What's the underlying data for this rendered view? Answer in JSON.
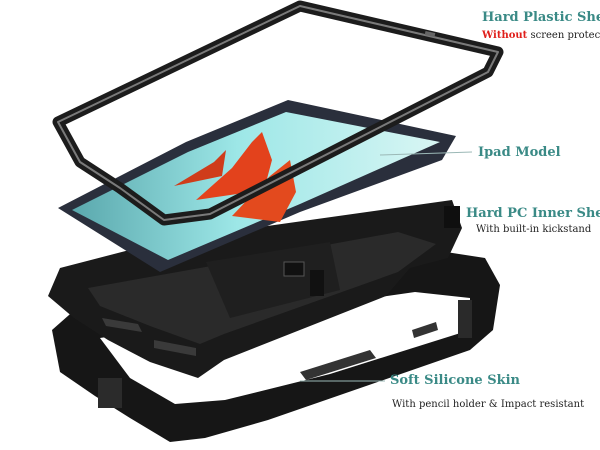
{
  "labels": {
    "hard_plastic_shell": {
      "title": "Hard Plastic Shell",
      "note_highlight": "Without",
      "note_rest": " screen protector"
    },
    "ipad_model": {
      "title": "Ipad Model"
    },
    "hard_pc_inner_shell": {
      "title": "Hard PC Inner Shell",
      "note": "With built-in kickstand"
    },
    "soft_silicone_skin": {
      "title": "Soft Silicone Skin",
      "note": "With pencil holder & Impact resistant"
    }
  },
  "colors": {
    "title_teal": "#3a8a86",
    "warning_red": "#e0201c",
    "case_black": "#161616",
    "screen_cyan": "#8fe0e2",
    "leader_line": "#9bb8b6"
  }
}
